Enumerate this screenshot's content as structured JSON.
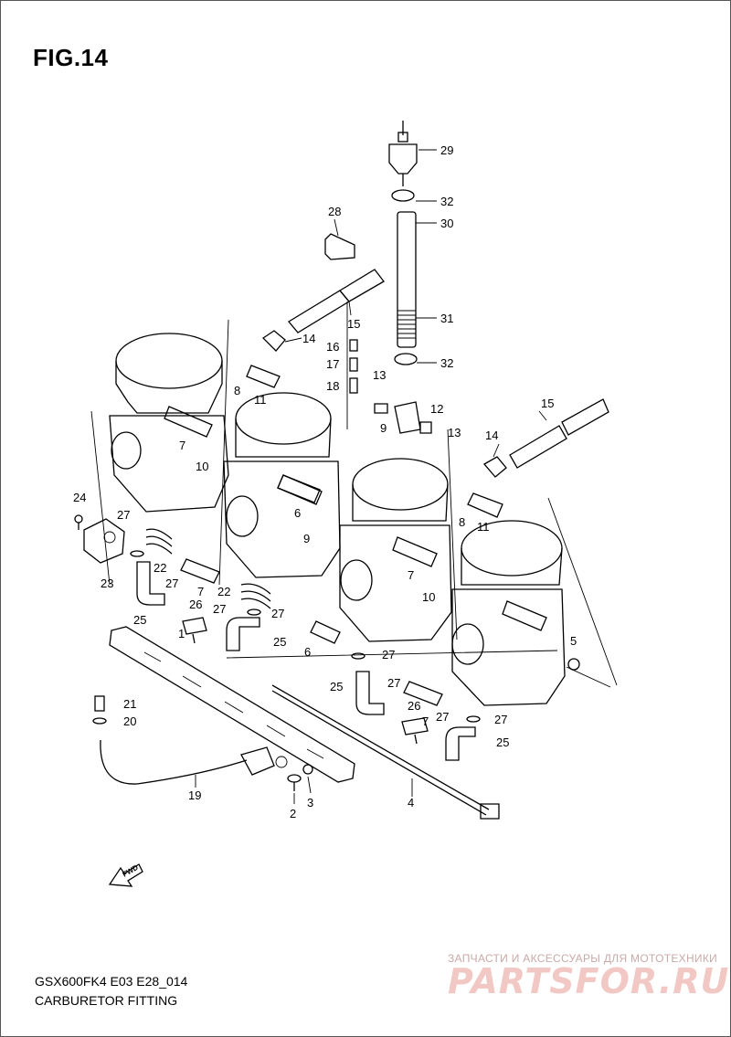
{
  "figure": {
    "title": "FIG.14"
  },
  "footer": {
    "model_code": "GSX600FK4 E03 E28_014",
    "diagram_name": "CARBURETOR FITTING"
  },
  "watermark": {
    "tagline": "ЗАПЧАСТИ И АКСЕССУАРЫ ДЛЯ МОТОТЕХНИКИ",
    "logo_text": "PARTSFOR.RU"
  },
  "fwd_label": "FWD",
  "callouts": [
    "1",
    "2",
    "3",
    "4",
    "5",
    "6",
    "7",
    "8",
    "9",
    "10",
    "11",
    "12",
    "13",
    "14",
    "15",
    "16",
    "17",
    "18",
    "19",
    "20",
    "21",
    "22",
    "23",
    "24",
    "25",
    "26",
    "27",
    "28",
    "29",
    "30",
    "31",
    "32"
  ]
}
